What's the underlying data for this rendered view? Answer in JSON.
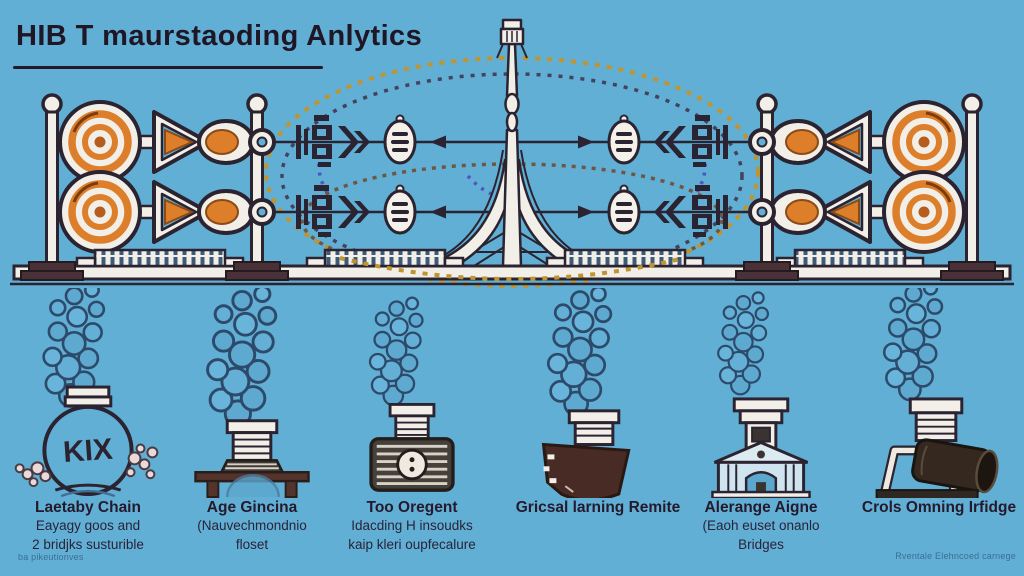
{
  "title": "HIB T maurstaoding Anlytics",
  "diagram": {
    "description": "suspension-bridge machinery schematic with coiled pulleys, arrows and dotted ellipses",
    "colors": {
      "background": "#61afd5",
      "outline": "#2b2330",
      "accent_orange": "#dd7e2a",
      "dotted_gold": "#c0942e",
      "dotted_navy": "#45425c",
      "dotted_purple": "#4f55c0"
    }
  },
  "columns": [
    {
      "title": "Laetaby Chain",
      "subtitle1": "Eayagy goos and",
      "subtitle2": "2 bridjks susturible",
      "icon": "kix-bulb-icon",
      "icon_label": "KIX"
    },
    {
      "title": "Age Gincina",
      "subtitle1": "(Nauvechmondnio",
      "subtitle2": "floset",
      "icon": "table-press-icon",
      "icon_label": ""
    },
    {
      "title": "Too Oregent",
      "subtitle1": "Idacding H insoudks",
      "subtitle2": "kaip kleri oupfecalure",
      "icon": "striped-lock-icon",
      "icon_label": ""
    },
    {
      "title": "Gricsal larning Remite",
      "subtitle1": "",
      "subtitle2": "",
      "icon": "flag-chimney-icon",
      "icon_label": ""
    },
    {
      "title": "Alerange Aigne",
      "subtitle1": "(Eaoh euset onanlo",
      "subtitle2": "Bridges",
      "icon": "chapel-icon",
      "icon_label": ""
    },
    {
      "title": "Crols Omning Irfidge",
      "subtitle1": "",
      "subtitle2": "",
      "icon": "cannon-icon",
      "icon_label": ""
    }
  ],
  "footnotes": {
    "left": "ba pikeutionves",
    "right": "Rventale Elehncoed carnege"
  }
}
